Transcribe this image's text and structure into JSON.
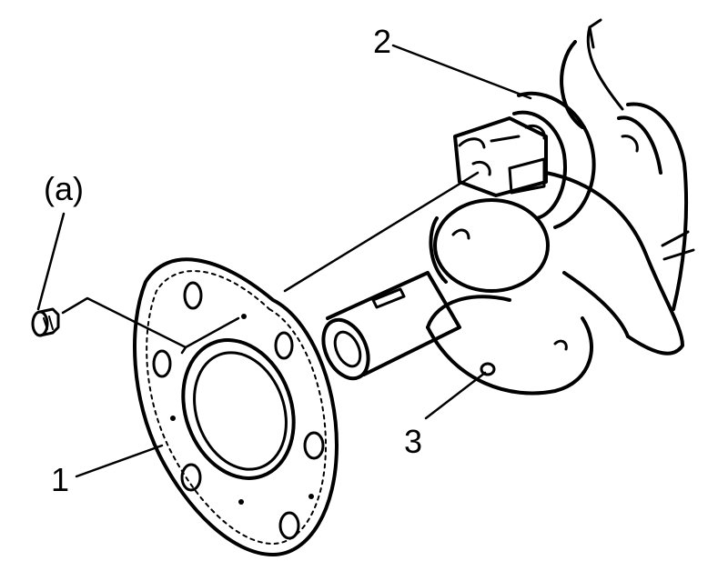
{
  "labels": {
    "part_1": "1",
    "part_2": "2",
    "part_3": "3",
    "bolt": "(a)"
  },
  "colors": {
    "ink": "#000000",
    "background": "#ffffff"
  }
}
